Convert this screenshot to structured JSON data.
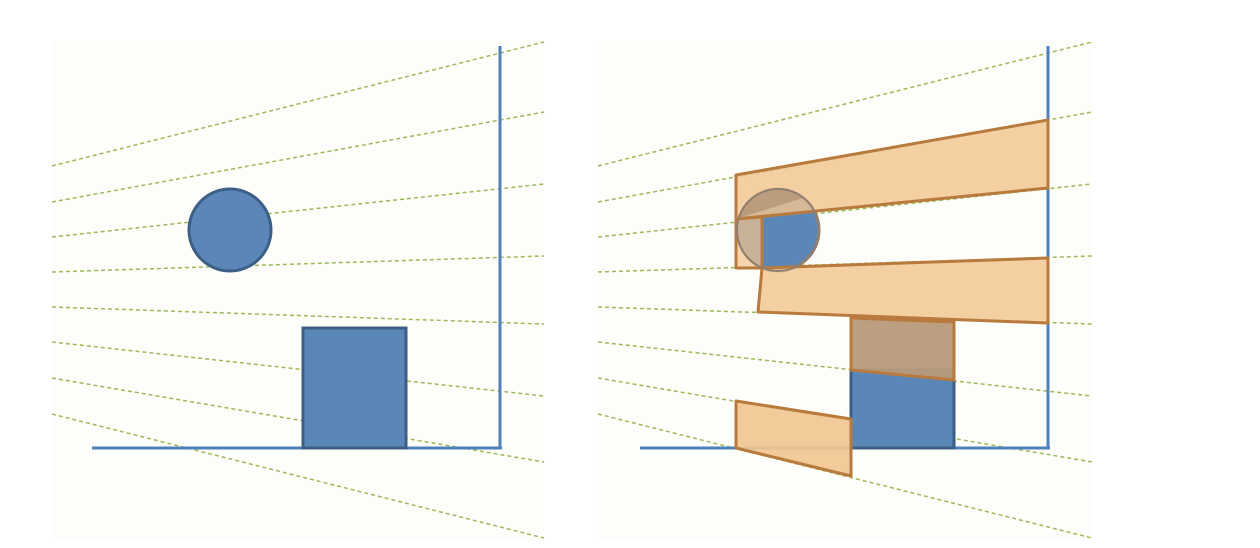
{
  "colors": {
    "background": "#fdfdf9",
    "ray": "#9bbb59",
    "wall": "#4f81bd",
    "object_fill": "#5b87b8",
    "object_stroke": "#3d5f86",
    "shadow_fill": "#f2c58f",
    "shadow_stroke": "#b87a3d",
    "overlap_fill": "#b89a7a"
  },
  "panels": [
    {
      "id": "left",
      "objects": [
        "circle",
        "square"
      ],
      "shadow_segments": []
    },
    {
      "id": "right",
      "objects": [
        "circle",
        "square"
      ],
      "shadow_segments": [
        "upper-band",
        "small-notch",
        "middle-band",
        "square-shadow",
        "floor-shadow"
      ]
    }
  ]
}
